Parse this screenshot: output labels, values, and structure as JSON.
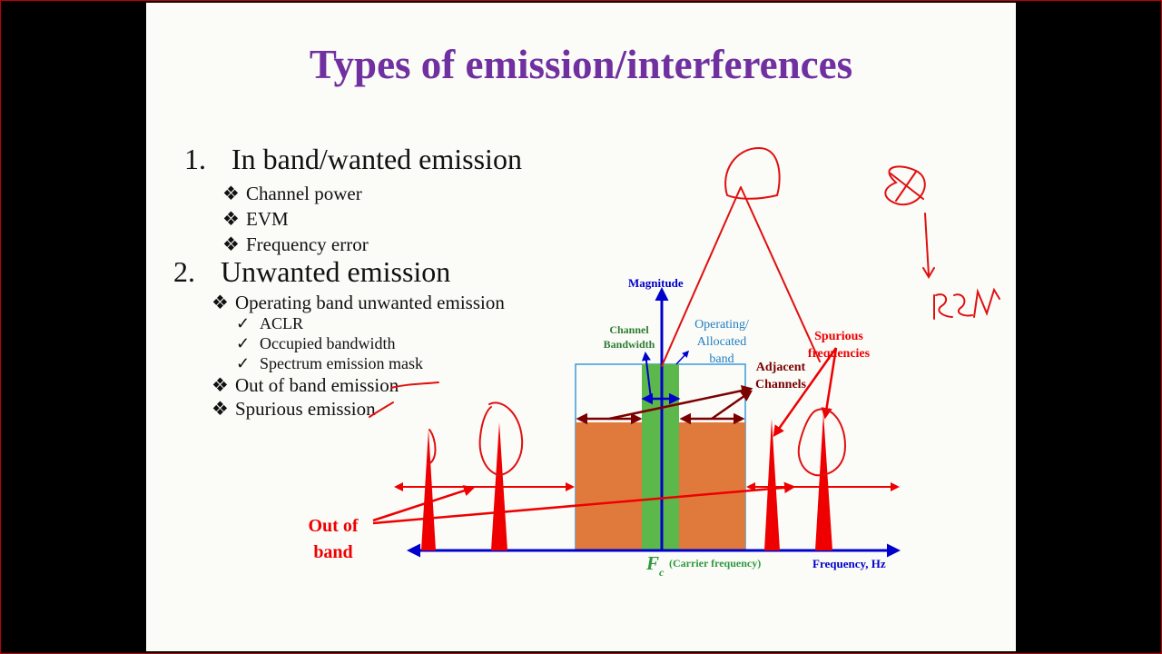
{
  "slide": {
    "title": "Types of emission/interferences",
    "items": [
      {
        "number": "1.",
        "label": "In band/wanted emission",
        "bullet": "❖",
        "children": [
          "Channel power",
          "EVM",
          "Frequency error"
        ]
      },
      {
        "number": "2.",
        "label": "Unwanted emission",
        "bullet": "❖",
        "children": [
          {
            "label": "Operating band unwanted emission",
            "check": "✓",
            "children": [
              "ACLR",
              "Occupied bandwidth",
              "Spectrum emission mask"
            ]
          },
          {
            "label": "Out of band emission"
          },
          {
            "label": "Spurious emission"
          }
        ]
      }
    ]
  },
  "diagram": {
    "y_axis_label": "Magnitude",
    "x_axis_label": "Frequency, Hz",
    "carrier_symbol": "F",
    "carrier_subscript": "c",
    "carrier_label": "(Carrier frequency)",
    "channel_bandwidth": [
      "Channel",
      "Bandwidth"
    ],
    "operating_band": [
      "Operating/",
      "Allocated",
      "band"
    ],
    "adjacent_channels": [
      "Adjacent",
      "Channels"
    ],
    "spurious": [
      "Spurious",
      "frequencies"
    ],
    "out_of_band": [
      "Out of",
      "band"
    ]
  },
  "colors": {
    "title": "#7030a0",
    "axis": "#0000cc",
    "channel": "#5cb84a",
    "adjacent": "#e07a3c",
    "band_outline": "#3a9ad9",
    "emission": "#ee0000",
    "adjacent_label": "#7b0000",
    "operating_label": "#1f7fc4",
    "channel_label": "#2e7d32",
    "annotation": "#e01010"
  },
  "annotations": {
    "handwriting": "GSM"
  }
}
